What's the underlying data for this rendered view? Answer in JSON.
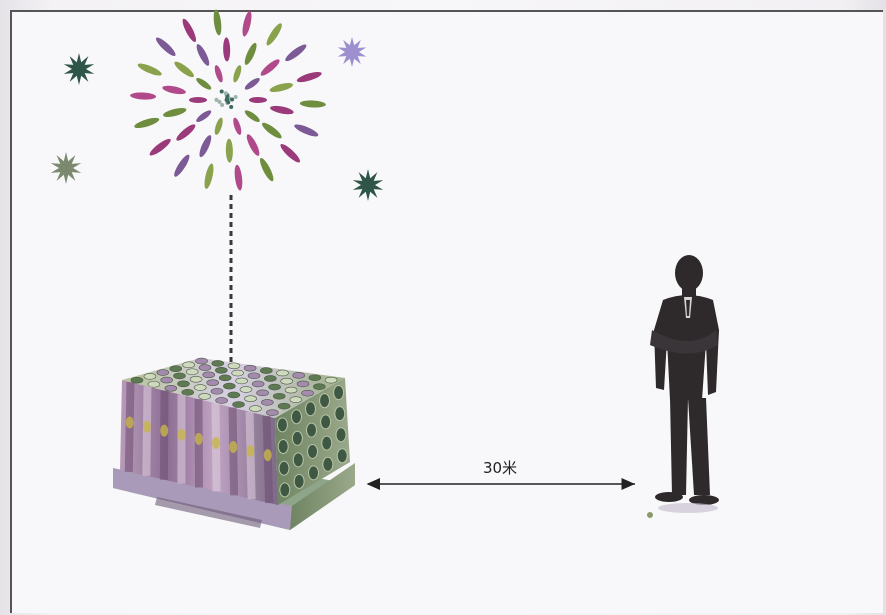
{
  "diagram": {
    "distance_label": "30米"
  },
  "colors": {
    "petal_purple": "#9b3a7a",
    "petal_green": "#6f8d3e",
    "burst_dark": "#2f5548",
    "burst_lavender": "#9d8fd0",
    "silhouette": "#2e2a2c"
  },
  "icons": [
    "firework-burst",
    "small-burst",
    "trail",
    "firework-cake",
    "person-silhouette",
    "distance-arrow"
  ]
}
